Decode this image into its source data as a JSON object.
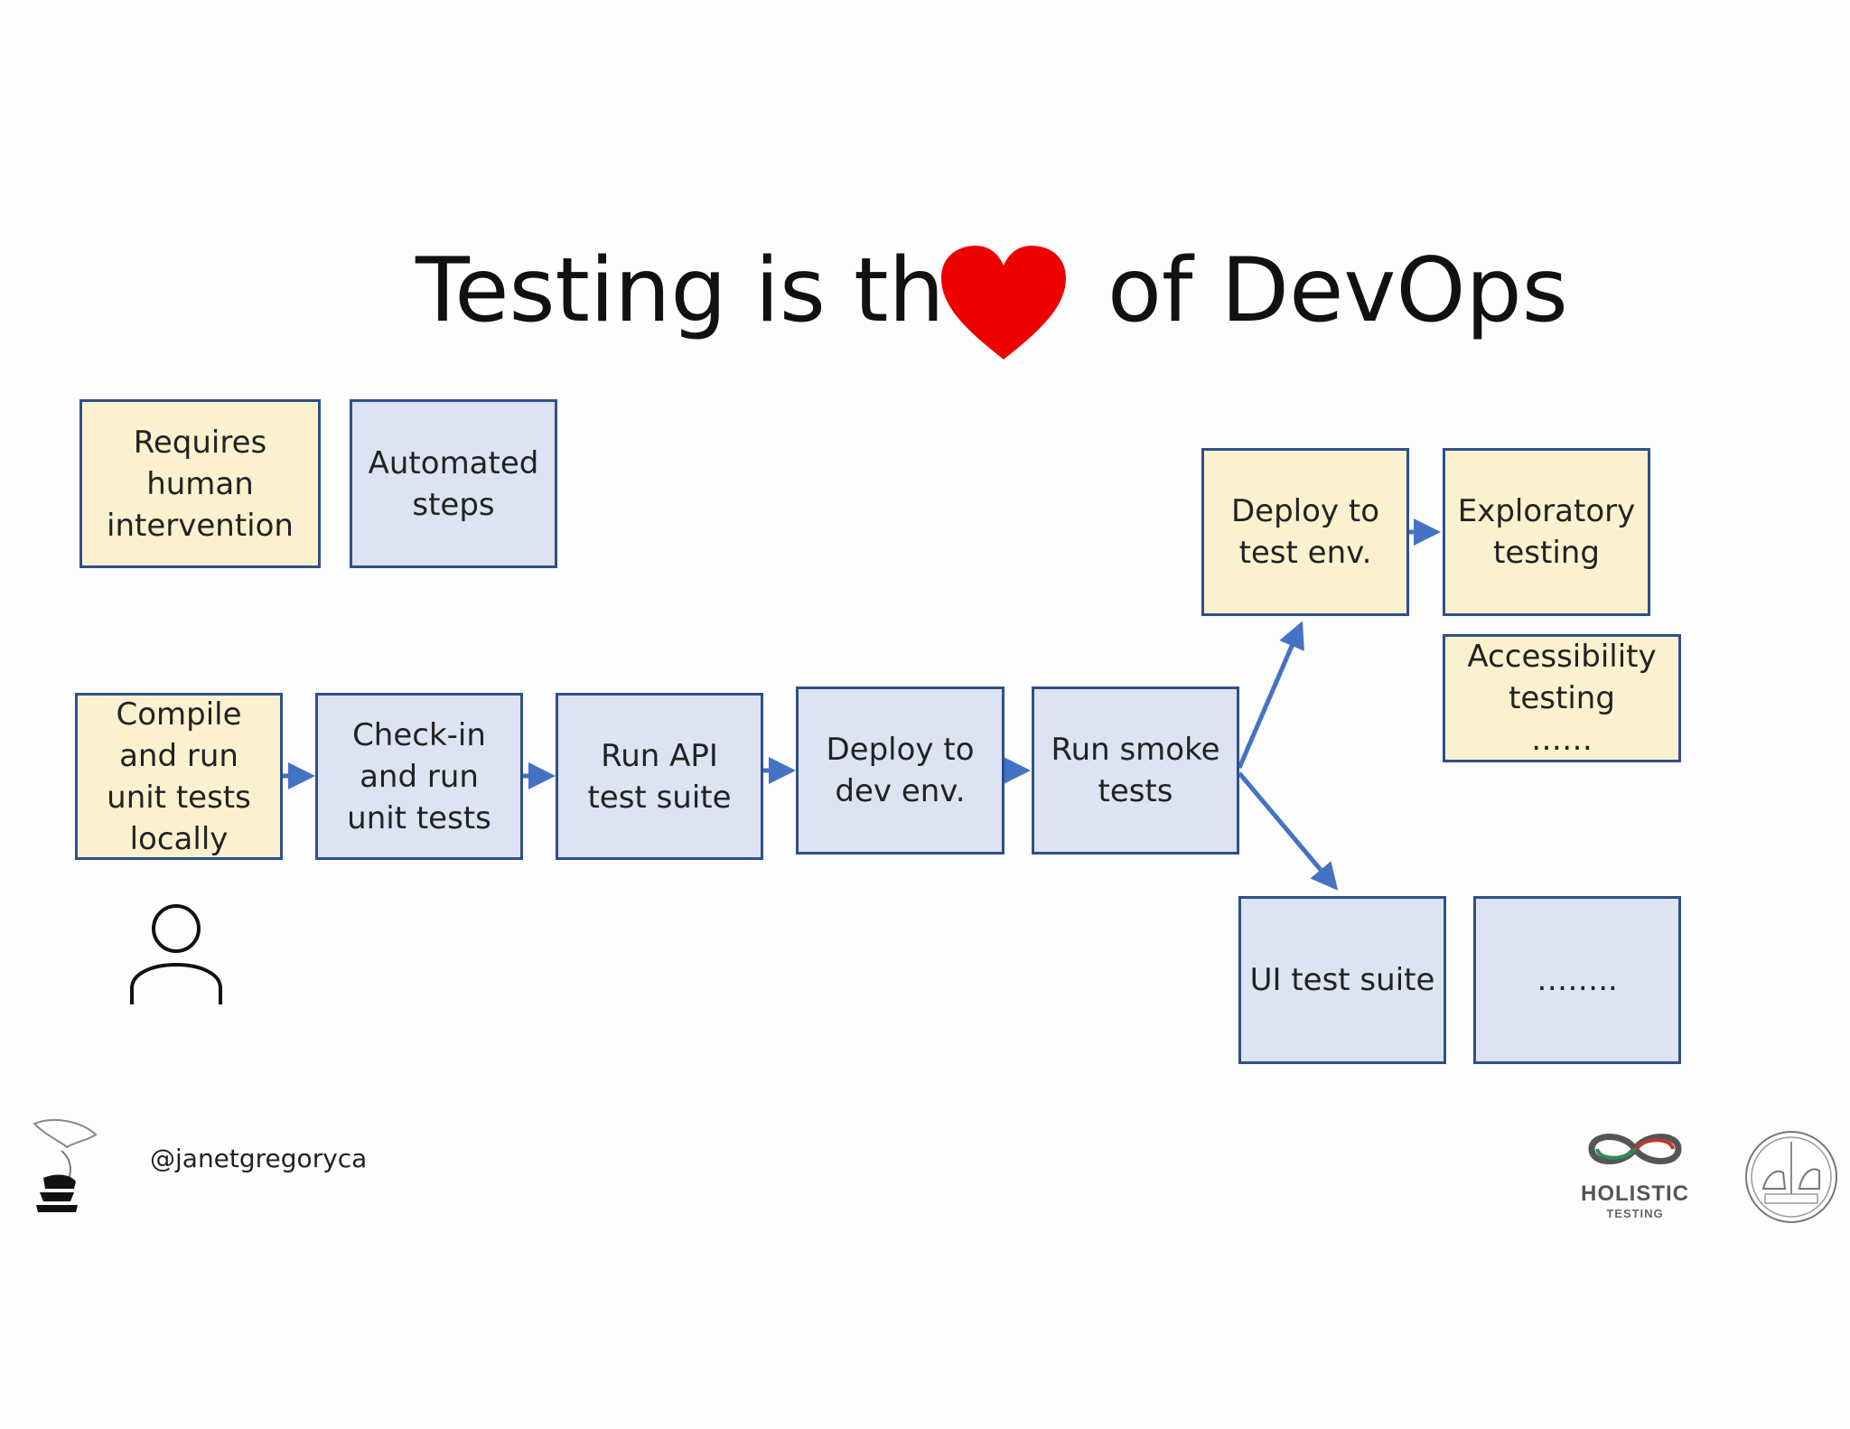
{
  "slide": {
    "title_before": "Testing is the",
    "title_after": "of DevOps",
    "title_icon": "heart-icon",
    "handle": "@janetgregoryca"
  },
  "legend": {
    "human": "Requires\nhuman\nintervention",
    "automated": "Automated\nsteps"
  },
  "pipeline": [
    {
      "label": "Compile\nand  run\nunit tests\nlocally",
      "kind": "human"
    },
    {
      "label": "Check-in\nand run\nunit tests",
      "kind": "automated"
    },
    {
      "label": "Run API\ntest suite",
      "kind": "automated"
    },
    {
      "label": "Deploy to\ndev env.",
      "kind": "automated"
    },
    {
      "label": "Run smoke\ntests",
      "kind": "automated"
    }
  ],
  "upper_branch": [
    {
      "label": "Deploy to\ntest env.",
      "kind": "human"
    },
    {
      "label": "Exploratory\ntesting",
      "kind": "human"
    },
    {
      "label": "Accessibility\ntesting\n……",
      "kind": "human"
    }
  ],
  "lower_branch": [
    {
      "label": "UI test suite",
      "kind": "automated"
    },
    {
      "label": "……..",
      "kind": "automated"
    }
  ],
  "logos": {
    "holistic": "HOLISTIC",
    "holistic_sub": "TESTING",
    "fellowship_icon": "agile-testing-fellowship-logo",
    "mascot_icon": "mascot-illustration"
  },
  "colors": {
    "human_fill": "#fcf1ce",
    "automated_fill": "#dce3f2",
    "border": "#2f4f88",
    "arrow": "#4472c4",
    "heart": "#ee0000"
  }
}
